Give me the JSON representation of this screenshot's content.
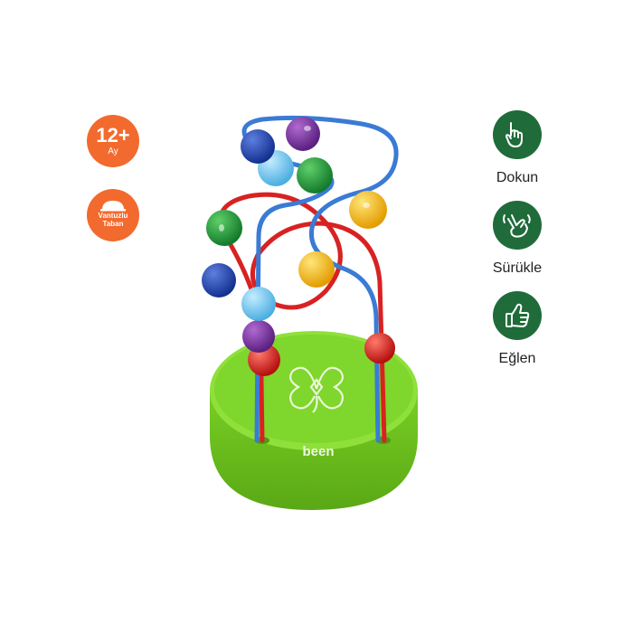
{
  "badges": {
    "age": {
      "value": "12+",
      "unit": "Ay",
      "color": "#f26a2e"
    },
    "base": {
      "line1": "Vantuzlu",
      "line2": "Taban",
      "color": "#f26a2e"
    }
  },
  "features": [
    {
      "label": "Dokun",
      "icon": "touch-hand-icon"
    },
    {
      "label": "Sürükle",
      "icon": "drag-hand-icon"
    },
    {
      "label": "Eğlen",
      "icon": "thumbs-up-icon"
    }
  ],
  "toy": {
    "brand": "been",
    "base_color": "#7ed321",
    "wire_colors": [
      "#e02b2b",
      "#3a7bd5"
    ],
    "bead_colors": [
      "#1f3fa8",
      "#7a2fa0",
      "#6ec6f0",
      "#1f9a3c",
      "#f5c11a",
      "#e02b2b"
    ]
  }
}
